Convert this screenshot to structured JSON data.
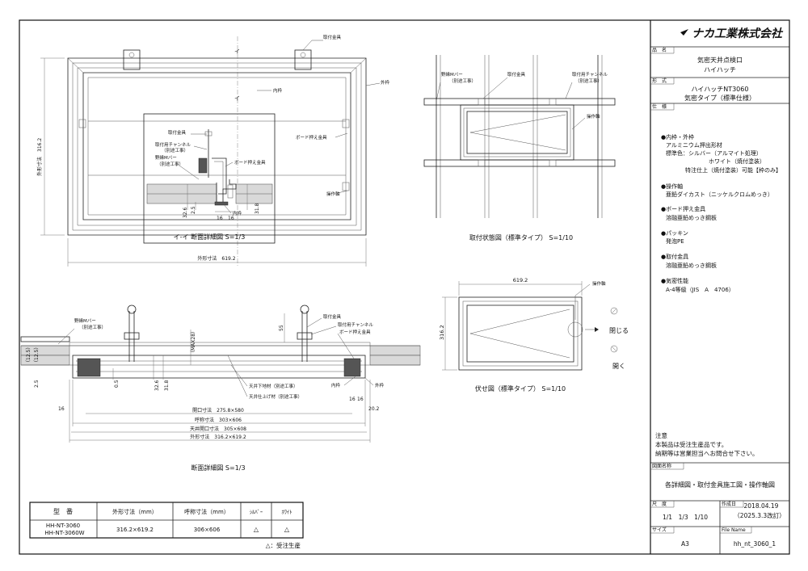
{
  "title_block": {
    "company": "ナカ工業株式会社",
    "product_name_label": "品　名",
    "product_name_1": "気密天井点検口",
    "product_name_2": "ハイハッチ",
    "model_label": "形　式",
    "model_1": "ハイハッチNT3060",
    "model_2": "気密タイプ（標準仕様）",
    "spec_label": "仕　様",
    "spec_inner_outer_h": "●内枠・外枠",
    "spec_inner_outer_1": "アルミニウム押出形材",
    "spec_inner_outer_2": "標準色：シルバー（アルマイト処理）",
    "spec_inner_outer_3": "ホワイト（焼付塗装）",
    "spec_inner_outer_4": "特注仕上（焼付塗装）可能【枠のみ】",
    "spec_axis_h": "●操作軸",
    "spec_axis_1": "亜鉛ダイカスト（ニッケルクロムめっき）",
    "spec_board_h": "●ボード押え金具",
    "spec_board_1": "溶融亜鉛めっき鋼板",
    "spec_packing_h": "●パッキン",
    "spec_packing_1": "発泡PE",
    "spec_fitting_h": "●取付金具",
    "spec_fitting_1": "溶融亜鉛めっき鋼板",
    "spec_airtight_h": "●気密性能",
    "spec_airtight_1": "A-4等級（JIS　A　4706）",
    "note_h": "注意",
    "note_1": "本製品は受注生産品です。",
    "note_2": "納期等は営業担当へお問合せ下さい。",
    "drawing_name_label": "図面名称",
    "drawing_name": "各詳細図・取付金具施工図・操作軸図",
    "scale_label": "尺　度",
    "scale": "1/1　1/3　1/10",
    "date_label": "作成日",
    "date_1": "2018.04.19",
    "date_2": "（2025.3.3改訂）",
    "size_label": "サイズ",
    "size": "A3",
    "file_label": "File Name",
    "file": "hh_nt_3060_1"
  },
  "views": {
    "top_view_section_mark_top": "イ",
    "top_view_section_mark_bottom": "イ",
    "top_width_dim": "外形寸法　619.2",
    "top_height_dim": "外形寸法　316.2",
    "label_fitting_top": "取付金具",
    "label_inner_frame": "内枠",
    "label_outer_frame": "外枠",
    "label_board_holder": "ボード押え金具",
    "label_axis": "操作軸",
    "detail_title": "イ-イ 断面詳細図 S=1/3",
    "detail_label_fitting": "取付金具",
    "detail_label_channel": "取付用チャンネル",
    "detail_label_channel_sub": "（別途工事）",
    "detail_label_mbar": "野縁Mバー",
    "detail_label_mbar_sub": "（別途工事）",
    "detail_label_board": "ボード押え金具",
    "detail_label_inner": "内枠",
    "detail_dim_326": "32.6",
    "detail_dim_25": "2.5",
    "detail_dim_318": "31.8",
    "detail_dim_16a": "16",
    "detail_dim_16b": "16",
    "install_title": "取付状態図（標準タイプ） S=1/10",
    "install_label_mbar": "野縁Mバー",
    "install_label_mbar_sub": "（別途工事）",
    "install_label_fitting": "取付金具",
    "install_label_channel": "取付用チャンネル",
    "install_label_channel_sub": "（別途工事）",
    "install_label_axis": "操作軸",
    "plan_title": "伏せ図（標準タイプ） S=1/10",
    "plan_width": "619.2",
    "plan_height": "316.2",
    "plan_axis": "操作軸",
    "plan_close": "閉じる",
    "plan_open": "開く",
    "section_title": "断面詳細図 S=1/3",
    "section_label_mbar": "野縁Mバー",
    "section_label_mbar_sub": "（別途工事）",
    "section_label_fitting": "取付金具",
    "section_label_channel": "取付用チャンネル",
    "section_label_board": "ボード押え金具",
    "section_label_ceiling_base": "天井下地材（別途工事）",
    "section_label_ceiling_finish": "天井仕上げ材（別途工事）",
    "section_label_inner": "内枠",
    "section_label_outer": "外枠",
    "section_dim_55": "55",
    "section_dim_max28": "（MAX28）",
    "section_dim_125a": "（12.5）",
    "section_dim_125b": "（12.5）",
    "section_dim_25": "2.5",
    "section_dim_05": "0.5",
    "section_dim_326": "32.6",
    "section_dim_318": "31.8",
    "section_dim_16l": "16",
    "section_dim_16r": "16",
    "section_dim_16r2": "16",
    "section_dim_202": "20.2",
    "section_dim_opening": "開口寸法　275.8×580",
    "section_dim_nominal": "呼称寸法　303×606",
    "section_dim_ceiling_opening": "天井開口寸法　305×608",
    "section_dim_outer": "外形寸法　316.2×619.2"
  },
  "model_table": {
    "headers": [
      "型　番",
      "外形寸法（mm）",
      "呼称寸法（mm）",
      "ｼﾙﾊﾞｰ",
      "ﾎﾜｲﾄ"
    ],
    "row": {
      "model_1": "HH-NT-3060",
      "model_2": "HH-NT-3060W",
      "outer": "316.2×619.2",
      "nominal": "306×606",
      "silver": "△",
      "white": "△"
    },
    "footnote": "△：受注生産"
  }
}
